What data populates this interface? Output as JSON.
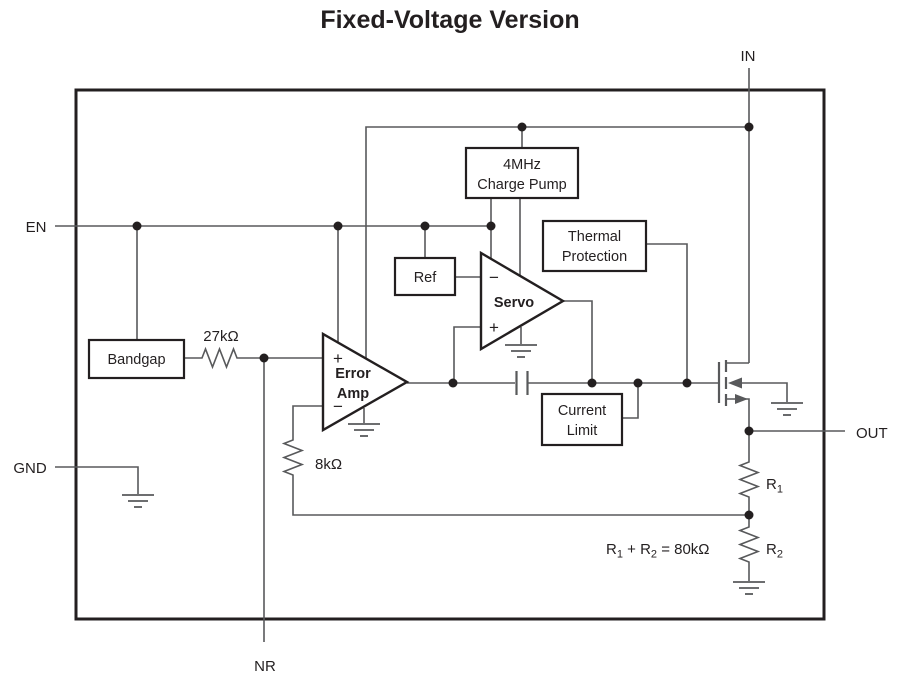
{
  "title": "Fixed-Voltage Version",
  "pins": {
    "in": "IN",
    "en": "EN",
    "gnd": "GND",
    "nr": "NR",
    "out": "OUT"
  },
  "blocks": {
    "bandgap": "Bandgap",
    "charge_pump": {
      "line1": "4MHz",
      "line2": "Charge Pump"
    },
    "ref": "Ref",
    "thermal": {
      "line1": "Thermal",
      "line2": "Protection"
    },
    "current_limit": {
      "line1": "Current",
      "line2": "Limit"
    }
  },
  "amps": {
    "error": {
      "line1": "Error",
      "line2": "Amp",
      "plus": "+",
      "minus": "−"
    },
    "servo": {
      "label": "Servo",
      "plus": "+",
      "minus": "−"
    }
  },
  "resistors": {
    "r27k": "27kΩ",
    "r8k": "8kΩ",
    "r1": {
      "base": "R",
      "sub": "1"
    },
    "r2": {
      "base": "R",
      "sub": "2"
    },
    "equation": {
      "p1": "R",
      "s1": "1",
      "p2": " + R",
      "s2": "2",
      "p3": " = 80kΩ"
    }
  },
  "colors": {
    "wire": "#58595B",
    "ink": "#231F20",
    "background": "#FFFFFF"
  }
}
